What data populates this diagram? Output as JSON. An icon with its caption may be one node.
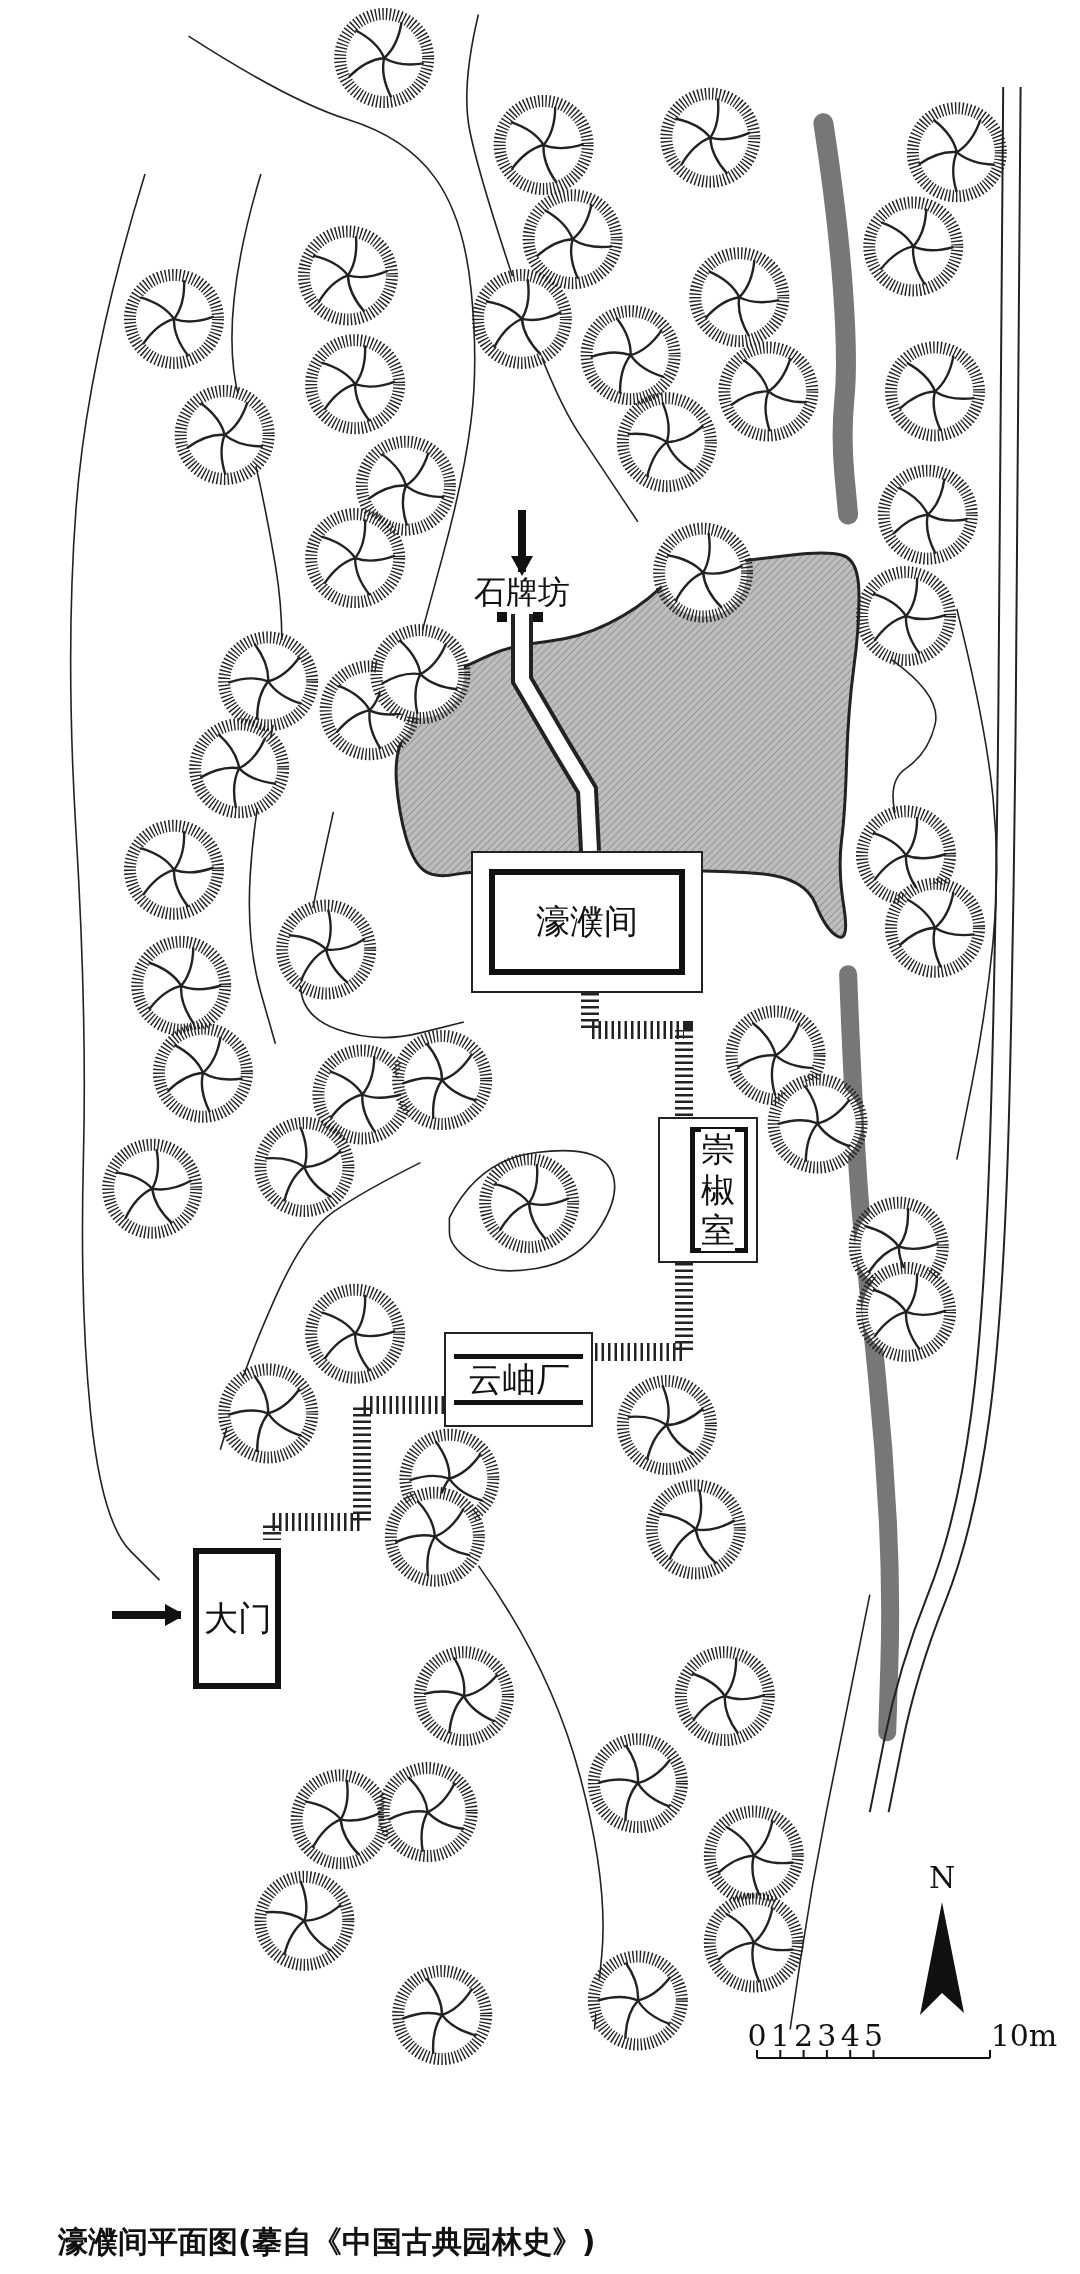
{
  "diagram": {
    "caption": "濠濮间平面图(摹自《中国古典园林史》)",
    "nodes": [
      {
        "text": [
          "石牌坊"
        ]
      },
      {
        "text": [
          "濠濮间"
        ]
      },
      {
        "text": [
          "崇椒室"
        ]
      },
      {
        "text": [
          "云岫厂"
        ]
      },
      {
        "text": [
          "大门"
        ]
      }
    ],
    "edges": [
      {
        "from": null,
        "to": 0,
        "arrow": "to"
      },
      {
        "from": 0,
        "to": 1,
        "arrow": "none",
        "color": "#ffffff"
      },
      {
        "from": 1,
        "to": 2,
        "arrow": "none",
        "style": "dashed"
      },
      {
        "from": 2,
        "to": 3,
        "arrow": "none",
        "style": "dashed"
      },
      {
        "from": 3,
        "to": 4,
        "arrow": "none",
        "style": "dashed"
      },
      {
        "from": null,
        "to": 4,
        "arrow": "to"
      }
    ],
    "labels": [
      "N",
      "0",
      "1",
      "2",
      "3",
      "4",
      "5",
      "10m"
    ]
  }
}
